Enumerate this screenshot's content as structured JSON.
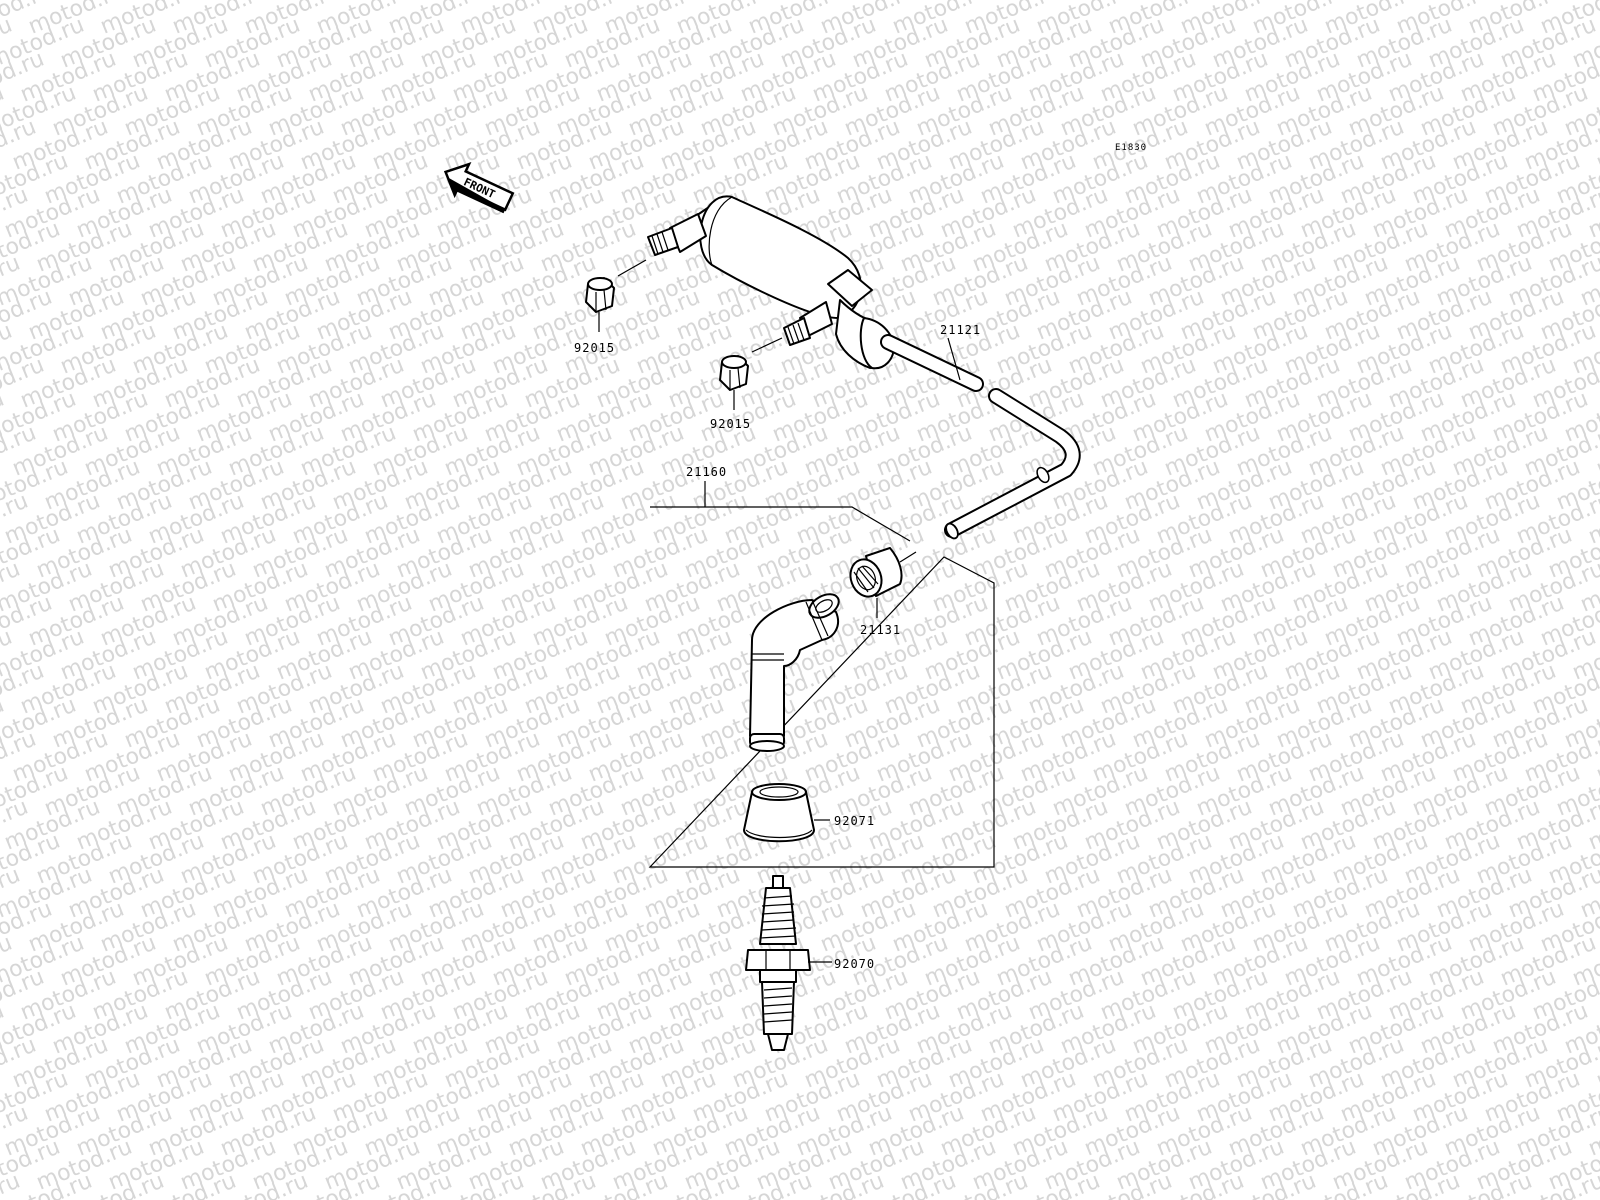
{
  "diagram": {
    "code": "E1830",
    "front_label": "FRONT",
    "watermark": "motod.ru",
    "parts": {
      "nut_left": "92015",
      "nut_right": "92015",
      "ignition_coil_lead": "21121",
      "cap_assembly": "21160",
      "terminal": "21131",
      "seal": "92071",
      "spark_plug": "92070"
    }
  }
}
